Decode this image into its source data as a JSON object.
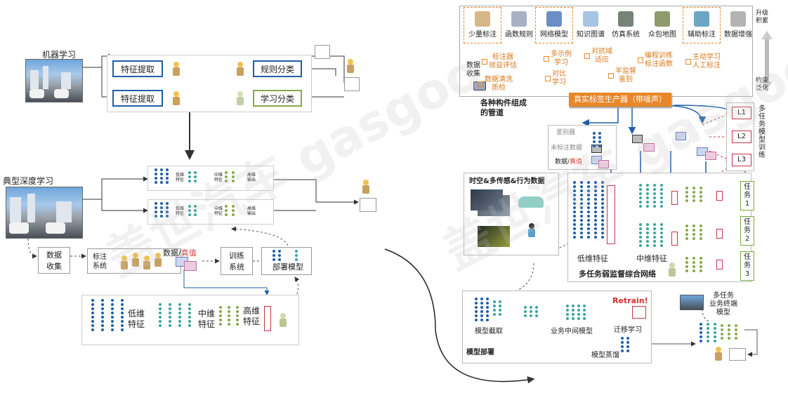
{
  "left": {
    "ml_title": "机器学习",
    "dl_title": "典型深度学习",
    "feat1": "特征提取",
    "rule": "规则分类",
    "feat2": "特征提取",
    "learn": "学习分类",
    "collect": "数据\n收集",
    "label_sys": "标注\n系统",
    "data_truth_a": "数据/",
    "data_truth_b": "真值",
    "train": "训练\n系统",
    "deploy": "部署模型",
    "low": "低维\n特征",
    "mid": "中维\n特征",
    "high": "高维\n特征",
    "tiny_low": "低维\n特征",
    "tiny_mid": "中维\n特征",
    "tiny_high": "高维\n输出"
  },
  "right": {
    "top_items": [
      "少量标注",
      "函数规则",
      "网络模型",
      "知识图谱",
      "仿真系统",
      "众包地图",
      "辅助标注",
      "数据增强"
    ],
    "upgrade": "升级\n积累",
    "constrain": "约束\n泛化",
    "collect": "数据\n收集",
    "orange_labels": [
      "标注器\n效益评估",
      "多示例\n学习",
      "对抗域\n适应",
      "编程训练\n标注函数",
      "主动学习\n人工标注",
      "数据清洗\n质检",
      "对比\n学习",
      "半监督\n鉴别"
    ],
    "generator": "真实标签生产器（带噪声）",
    "pipeline": "各种构件组成\n的管道",
    "discriminator": "鉴别器",
    "unlabeled": "未标注数据",
    "data_truth_a": "数据/",
    "data_truth_b": "真值",
    "spatio": "时空&多传感&行为数据",
    "low": "低维特征",
    "mid": "中维特征",
    "net_title": "多任务弱监督综合网络",
    "levels": [
      "L1",
      "L2",
      "L3"
    ],
    "multitask_train": "多\n任\n务\n模\n型\n训\n练",
    "tasks": [
      "任\n务\n1",
      "任\n务\n2",
      "任\n务\n3"
    ],
    "retrain": "Retrain!",
    "model_cut": "模型截取",
    "mid_model": "业务中间模型",
    "transfer": "迁移学习",
    "deploy_area": "模型部署",
    "model_deploy": "模型蒸馏",
    "terminal": "多任务\n业务终端\n模型"
  },
  "watermark": "盖世汽车 gasgoo",
  "colors": {
    "blue": "#1f5fa8",
    "orange": "#e8872a",
    "red": "#c0374a",
    "green": "#8aa84a",
    "teal": "#3ba5a0"
  }
}
